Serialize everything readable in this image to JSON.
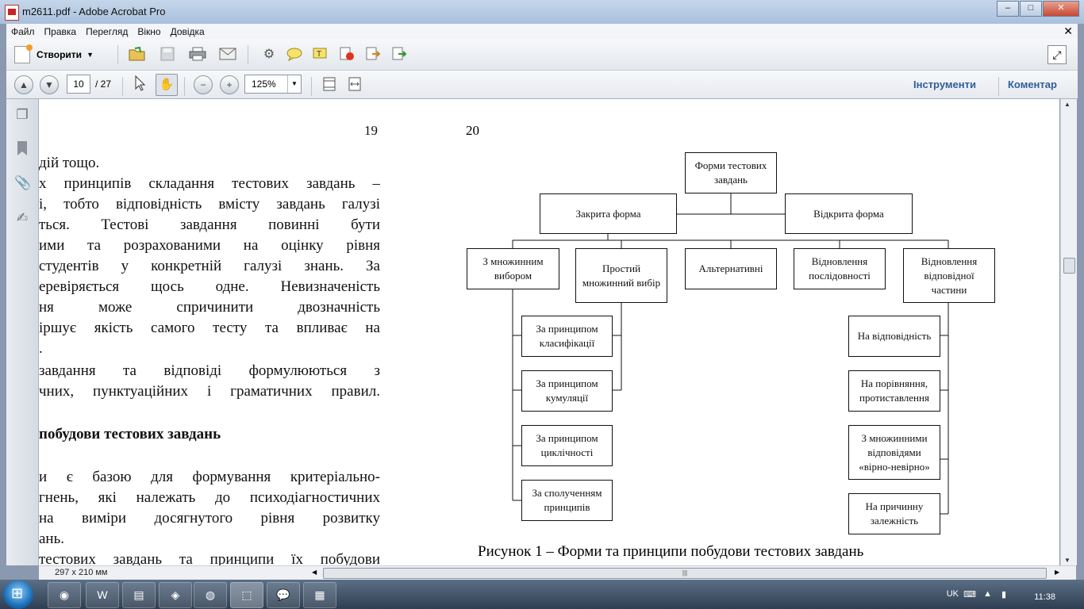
{
  "window": {
    "title": "m2611.pdf - Adobe Acrobat Pro",
    "min": "–",
    "max": "□",
    "close": "✕"
  },
  "menu": {
    "items": [
      "Файл",
      "Правка",
      "Перегляд",
      "Вікно",
      "Довідка"
    ],
    "close": "✕"
  },
  "toolbar": {
    "create_label": "Створити",
    "icons": [
      "open-folder",
      "save",
      "print",
      "email",
      "settings-gear",
      "comment",
      "highlight",
      "delete-pages",
      "export",
      "share"
    ]
  },
  "nav": {
    "page_current": "10",
    "page_total": "/ 27",
    "zoom": "125%",
    "tools_label": "Інструменти",
    "comment_label": "Коментар"
  },
  "document": {
    "page_left_number": "19",
    "page_right_number": "20",
    "left_lines": [
      "дій тощо.",
      "х принципів складання тестових завдань –",
      "і, тобто відповідність вмісту завдань галузі",
      "ться.  Тестові  завдання  повинні  бути",
      "ими  та  розрахованими  на  оцінку  рівня",
      "студентів  у  конкретній  галузі  знань.  За",
      "еревіряється  щось  одне.  Невизначеність",
      "ня     може     спричинити     двозначність",
      "іршує  якість  самого  тесту  та  впливає  на",
      ".",
      "завдання  та  відповіді  формулюються  з",
      "чних, пунктуаційних і граматичних правил.",
      "побудови тестових завдань",
      "и  є  базою  для  формування  критеріально-",
      "гнень, які належать до психодіагностичних",
      "на  виміри  досягнутого  рівня  розвитку",
      "ань.",
      "тестових завдань та принципи їх побудови"
    ],
    "diagram": {
      "root": "Форми тестових завдань",
      "closed": "Закрита форма",
      "open": "Відкрита форма",
      "level2": [
        "З множинним вибором",
        "Простий множинний вибір",
        "Альтернативні",
        "Відновлення послідовності",
        "Відновлення відповідної частини"
      ],
      "left_sub": [
        "За принципом класифікації",
        "За принципом кумуляції",
        "За принципом циклічності",
        "За сполученням принципів"
      ],
      "right_sub": [
        "На відповідність",
        "На порівняння, протиставлення",
        "З множинними відповідями «вірно-невірно»",
        "На причинну залежність"
      ],
      "caption": "Рисунок 1 – Форми та принципи побудови тестових завдань"
    },
    "page_size": "297 x 210 мм"
  },
  "taskbar": {
    "apps": [
      "chrome",
      "word",
      "explorer",
      "media",
      "firefox",
      "acrobat",
      "chat",
      "notes"
    ],
    "lang": "UK",
    "clock": "11:38"
  }
}
